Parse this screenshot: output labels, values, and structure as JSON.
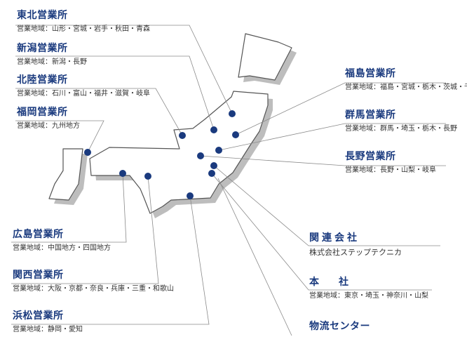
{
  "colors": {
    "title": "#1a3a7e",
    "dot": "#1a3a7e",
    "land": "#ffffff",
    "land_outline": "#555555",
    "shadow": "#bdbdbd",
    "line": "#8a8a8a"
  },
  "offices": {
    "tohoku": {
      "name": "東北営業所",
      "area": "営業地域：山形・宮城・岩手・秋田・青森"
    },
    "niigata": {
      "name": "新潟営業所",
      "area": "営業地域：新潟・長野"
    },
    "hokuriku": {
      "name": "北陸営業所",
      "area": "営業地域：石川・富山・福井・滋賀・岐阜"
    },
    "fukuoka": {
      "name": "福岡営業所",
      "area": "営業地域：九州地方"
    },
    "fukushima": {
      "name": "福島営業所",
      "area": "営業地域：福島・宮城・栃木・茨城・千葉"
    },
    "gunma": {
      "name": "群馬営業所",
      "area": "営業地域：群馬・埼玉・栃木・長野"
    },
    "nagano": {
      "name": "長野営業所",
      "area": "営業地域：長野・山梨・岐阜"
    },
    "hiroshima": {
      "name": "広島営業所",
      "area": "営業地域：中国地方・四国地方"
    },
    "kansai": {
      "name": "関西営業所",
      "area": "営業地域：大阪・京都・奈良・兵庫・三重・和歌山"
    },
    "hamamatsu": {
      "name": "浜松営業所",
      "area": "営業地域：静岡・愛知"
    },
    "affiliate": {
      "name": "関連会社",
      "area": "株式会社ステップテクニカ"
    },
    "headquarters": {
      "name": "本社",
      "area": "営業地域：東京・埼玉・神奈川・山梨"
    },
    "logistics": {
      "name": "物流センター"
    }
  }
}
